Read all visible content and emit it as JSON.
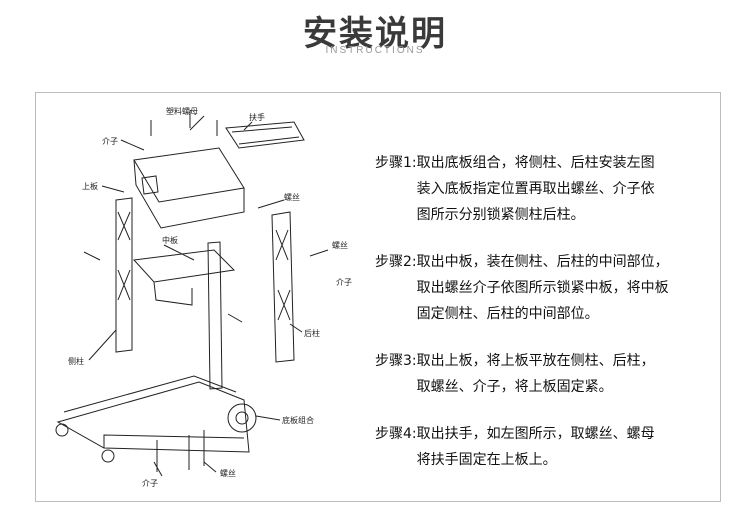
{
  "header": {
    "title": "安装说明",
    "subtitle": "INSTRUCTIONS"
  },
  "diagram": {
    "labels": {
      "nut": "塑料螺母",
      "handle": "扶手",
      "washer_top": "介子",
      "top_board": "上板",
      "screw_right": "螺丝",
      "middle_board": "中板",
      "screw_far": "螺丝",
      "washer_far": "介子",
      "rear_post": "后柱",
      "side_post": "侧柱",
      "base_assembly": "底板组合",
      "washer_bottom": "介子",
      "screw_bottom": "螺丝"
    }
  },
  "steps": [
    {
      "label": "步骤1:",
      "lines": [
        "取出底板组合，将侧柱、后柱安装左图",
        "装入底板指定位置再取出螺丝、介子依",
        "图所示分别锁紧侧柱后柱。"
      ]
    },
    {
      "label": "步骤2:",
      "lines": [
        "取出中板，装在侧柱、后柱的中间部位，",
        "取出螺丝介子依图所示锁紧中板，将中板",
        "固定侧柱、后柱的中间部位。"
      ]
    },
    {
      "label": "步骤3:",
      "lines": [
        "取出上板，将上板平放在侧柱、后柱，",
        "取螺丝、介子，将上板固定紧。"
      ]
    },
    {
      "label": "步骤4:",
      "lines": [
        "取出扶手，如左图所示，取螺丝、螺母",
        "将扶手固定在上板上。"
      ]
    }
  ]
}
